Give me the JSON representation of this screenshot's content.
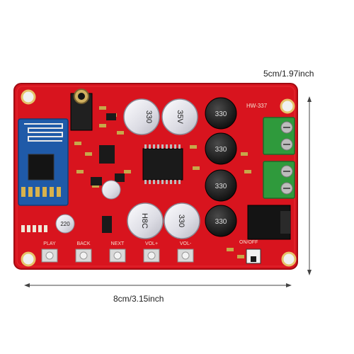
{
  "product_photo": {
    "board_model": "HW-337",
    "dimensions": {
      "width_label": "8cm/3.15inch",
      "height_label": "5cm/1.97inch"
    },
    "button_labels": [
      "PLAY",
      "BACK",
      "NEXT",
      "VOL+",
      "VOL-"
    ],
    "switch_label": "ON/OFF",
    "capacitor_text": {
      "line1": "330",
      "line2": "35V",
      "line3": "H8C"
    },
    "small_capacitor_text": "220",
    "inductor_label": "330",
    "colors": {
      "pcb": "#d8141e",
      "pcb_dark": "#b00d16",
      "bt_module": "#1f5aa8",
      "terminal": "#2f9a3c",
      "capacitor": "#e9e9ee",
      "inductor": "#1b1b1b"
    }
  }
}
